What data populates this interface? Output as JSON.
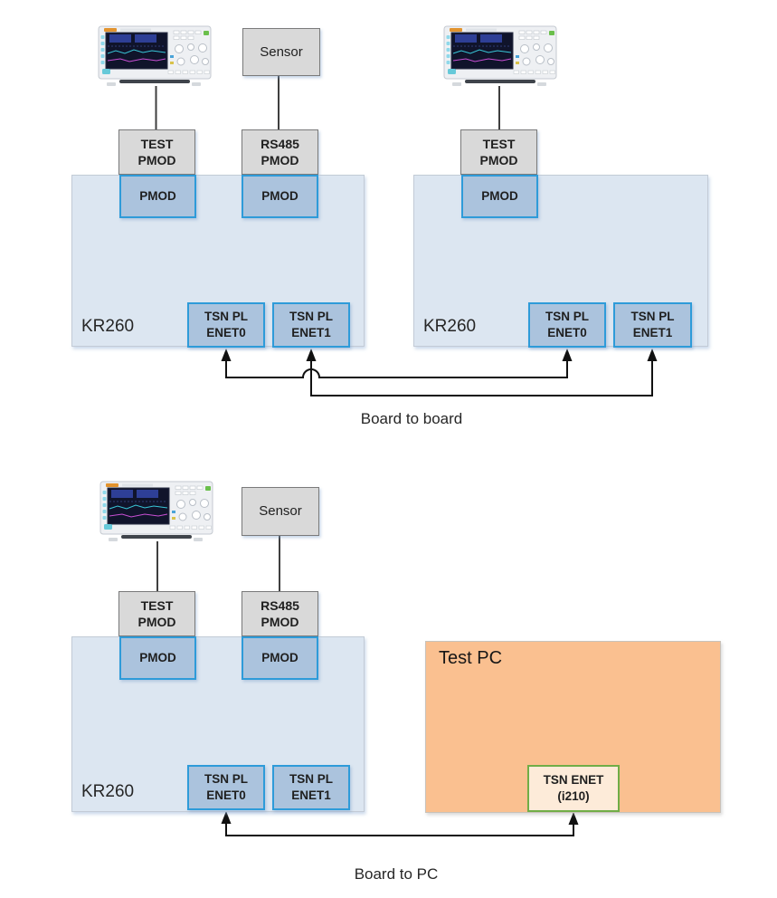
{
  "labels": {
    "sensor": "Sensor",
    "test_pmod": [
      "TEST",
      "PMOD"
    ],
    "rs485_pmod": [
      "RS485",
      "PMOD"
    ],
    "pmod": "PMOD",
    "kr260": "KR260",
    "tsn_pl_enet0": [
      "TSN PL",
      "ENET0"
    ],
    "tsn_pl_enet1": [
      "TSN PL",
      "ENET1"
    ],
    "test_pc": "Test PC",
    "tsn_enet_i210": [
      "TSN ENET",
      "(i210)"
    ]
  },
  "sections": {
    "top": {
      "caption": "Board to board"
    },
    "bottom": {
      "caption": "Board to PC"
    }
  },
  "icons": {
    "oscilloscope": "rigol-bench-oscilloscope-photo"
  },
  "colors": {
    "board_fill": "#dce6f1",
    "board_border": "#c3cbd6",
    "pmod_blue_fill": "#abc3dd",
    "pmod_blue_border": "#2e9bd9",
    "gray_box_fill": "#d9d9d9",
    "gray_box_border": "#7a7a7a",
    "test_pc_fill": "#fac090",
    "tsn_enet_fill": "#fdebd9",
    "tsn_enet_border": "#70ad47",
    "connector_line": "#111111",
    "text": "#1f1f1f"
  },
  "connections": [
    {
      "section": "Board to board",
      "from": "KR260 #1 TSN PL ENET0",
      "to": "KR260 #2 TSN PL ENET0"
    },
    {
      "section": "Board to board",
      "from": "KR260 #1 TSN PL ENET1",
      "to": "KR260 #2 TSN PL ENET1"
    },
    {
      "section": "Board to board",
      "from": "Oscilloscope",
      "to": "TEST PMOD (both boards)"
    },
    {
      "section": "Board to board",
      "from": "Sensor",
      "to": "RS485 PMOD (board 1)"
    },
    {
      "section": "Board to PC",
      "from": "Oscilloscope",
      "to": "TEST PMOD"
    },
    {
      "section": "Board to PC",
      "from": "Sensor",
      "to": "RS485 PMOD"
    },
    {
      "section": "Board to PC",
      "from": "KR260 TSN PL ENET0",
      "to": "Test PC TSN ENET (i210)"
    }
  ]
}
